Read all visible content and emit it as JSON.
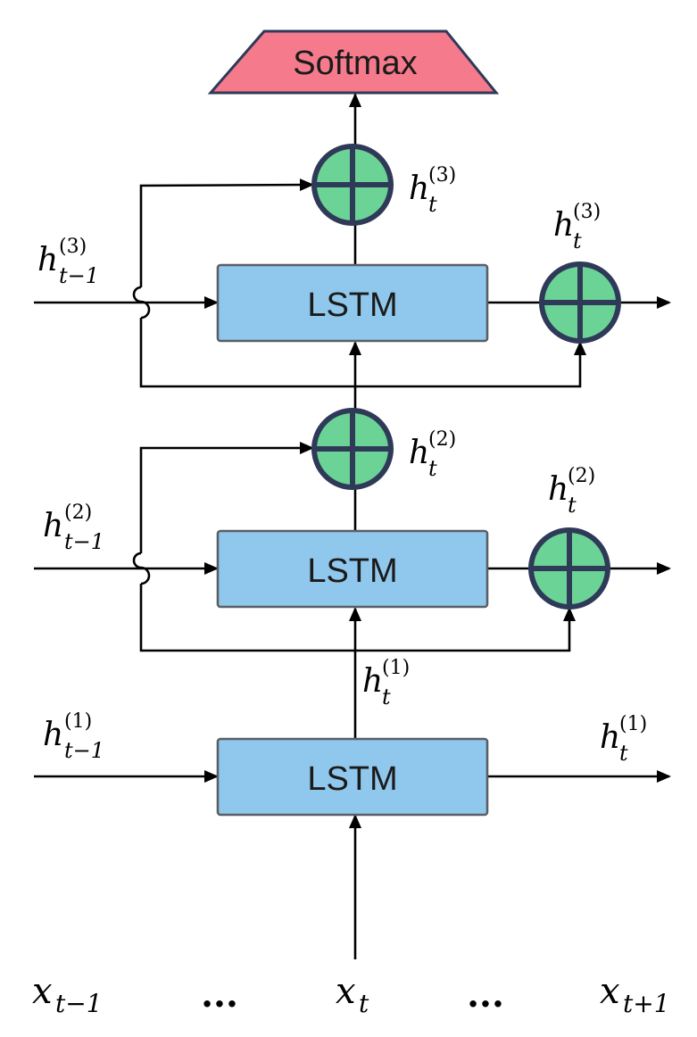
{
  "colors": {
    "softmax_fill": "#f47a8c",
    "lstm_fill": "#90c7ec",
    "adder_fill": "#6cd396",
    "adder_stroke": "#2e3a58",
    "box_stroke": "#5a5f66"
  },
  "softmax": {
    "label": "Softmax"
  },
  "lstm_boxes": [
    {
      "label": "LSTM"
    },
    {
      "label": "LSTM"
    },
    {
      "label": "LSTM"
    }
  ],
  "adder_icon": "circled-plus",
  "hidden_states": {
    "h3_prev": {
      "base": "h",
      "sup": "(3)",
      "sub": "t−1"
    },
    "h3_up": {
      "base": "h",
      "sup": "(3)",
      "sub": "t"
    },
    "h3_right": {
      "base": "h",
      "sup": "(3)",
      "sub": "t"
    },
    "h2_prev": {
      "base": "h",
      "sup": "(2)",
      "sub": "t−1"
    },
    "h2_up": {
      "base": "h",
      "sup": "(2)",
      "sub": "t"
    },
    "h2_right": {
      "base": "h",
      "sup": "(2)",
      "sub": "t"
    },
    "h1_prev": {
      "base": "h",
      "sup": "(1)",
      "sub": "t−1"
    },
    "h1_up": {
      "base": "h",
      "sup": "(1)",
      "sub": "t"
    },
    "h1_right": {
      "base": "h",
      "sup": "(1)",
      "sub": "t"
    }
  },
  "inputs": {
    "x_prev": {
      "base": "x",
      "sub": "t−1"
    },
    "x_curr": {
      "base": "x",
      "sub": "t"
    },
    "x_next": {
      "base": "x",
      "sub": "t+1"
    },
    "ellipsis": "..."
  }
}
